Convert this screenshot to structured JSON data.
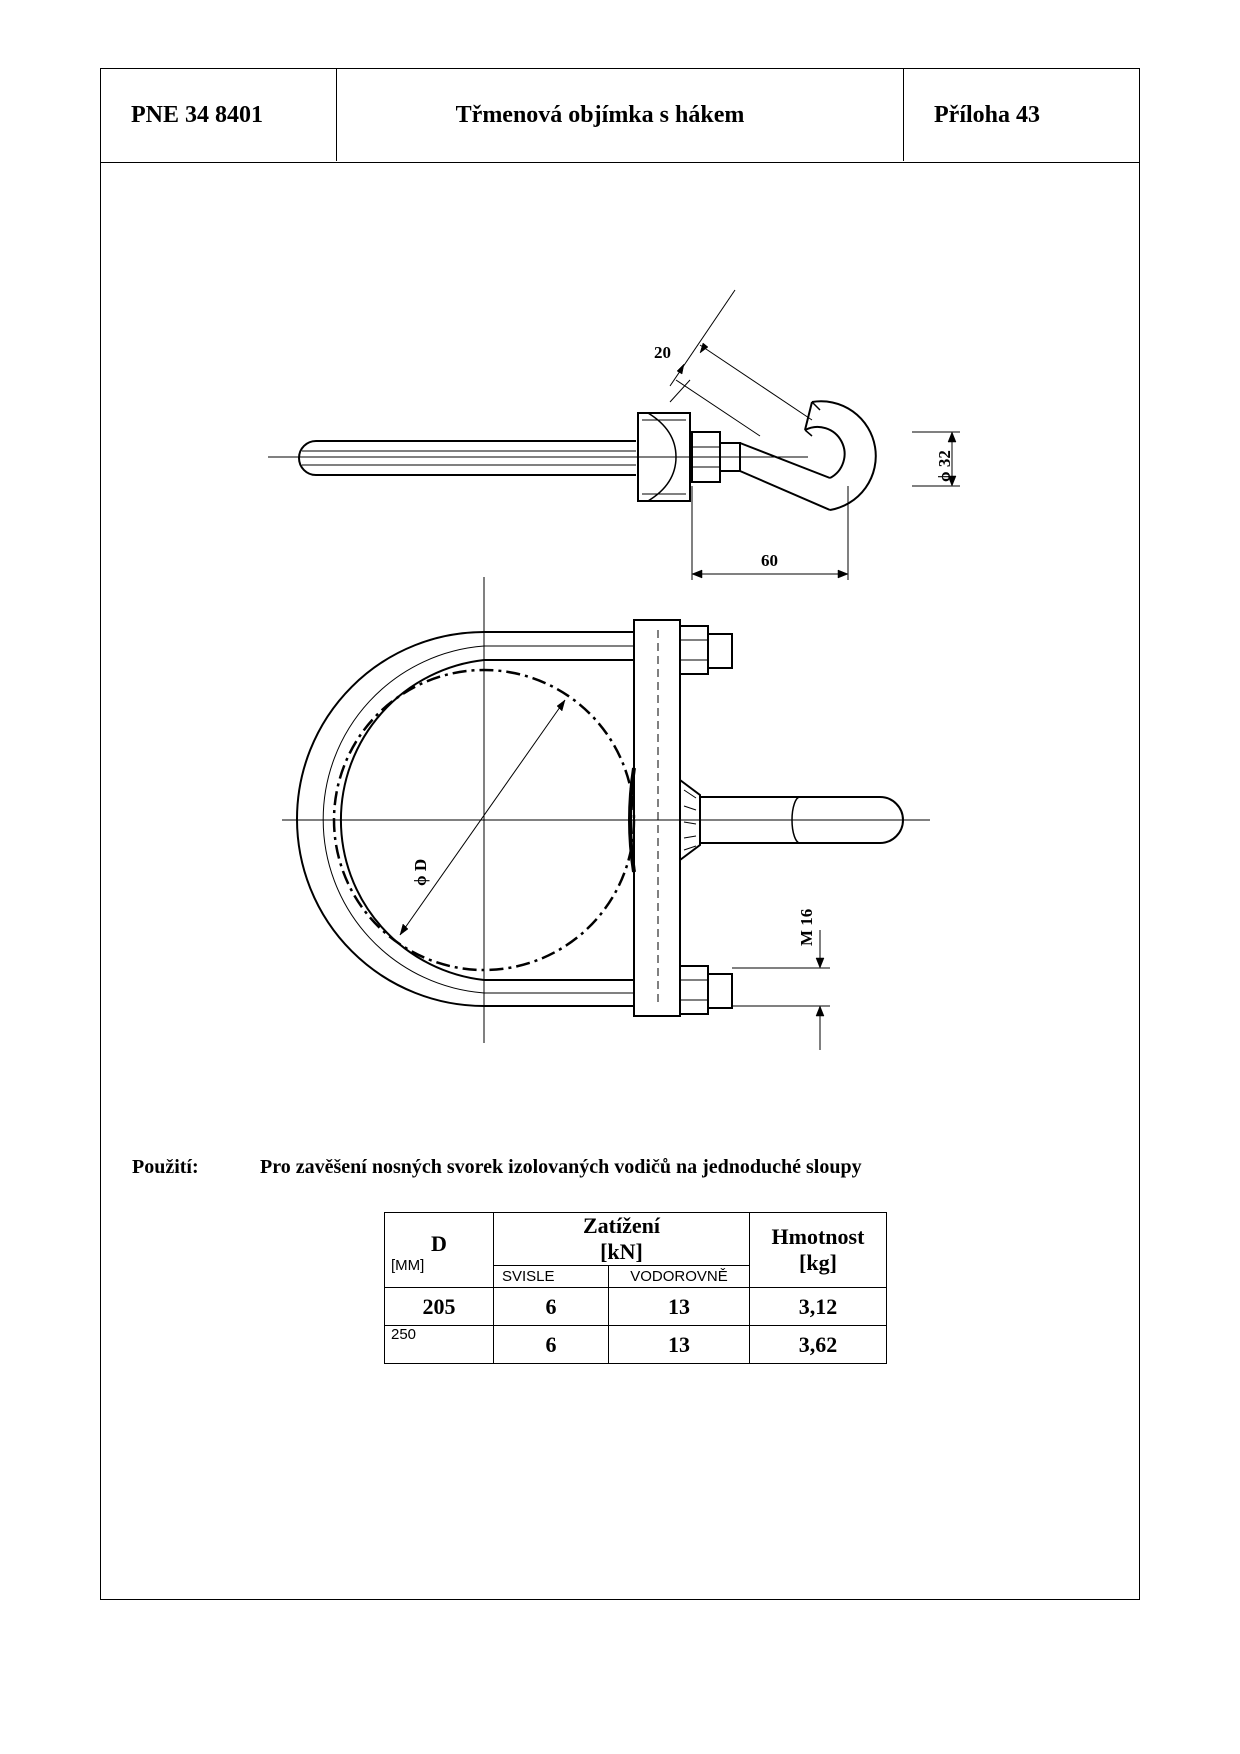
{
  "header": {
    "code": "PNE  34 8401",
    "title": "Třmenová objímka s hákem",
    "annex": "Příloha  43"
  },
  "drawing": {
    "dim_20": "20",
    "dim_phi32": "ϕ 32",
    "dim_60": "60",
    "dim_phiD": "ϕ D",
    "dim_m16": "M 16"
  },
  "usage": {
    "label": "Použití:",
    "text": "Pro zavěšení nosných svorek izolovaných vodičů na jednoduché sloupy"
  },
  "table": {
    "col_d": "D",
    "col_d_unit": "[MM]",
    "col_load": "Zatížení",
    "col_load_unit": "[kN]",
    "col_vertical": "SVISLE",
    "col_horizontal": "VODOROVNĚ",
    "col_mass": "Hmotnost",
    "col_mass_unit": "[kg]",
    "rows": [
      {
        "d": "205",
        "vertical": "6",
        "horizontal": "13",
        "mass": "3,12"
      },
      {
        "d": "250",
        "vertical": "6",
        "horizontal": "13",
        "mass": "3,62"
      }
    ]
  }
}
